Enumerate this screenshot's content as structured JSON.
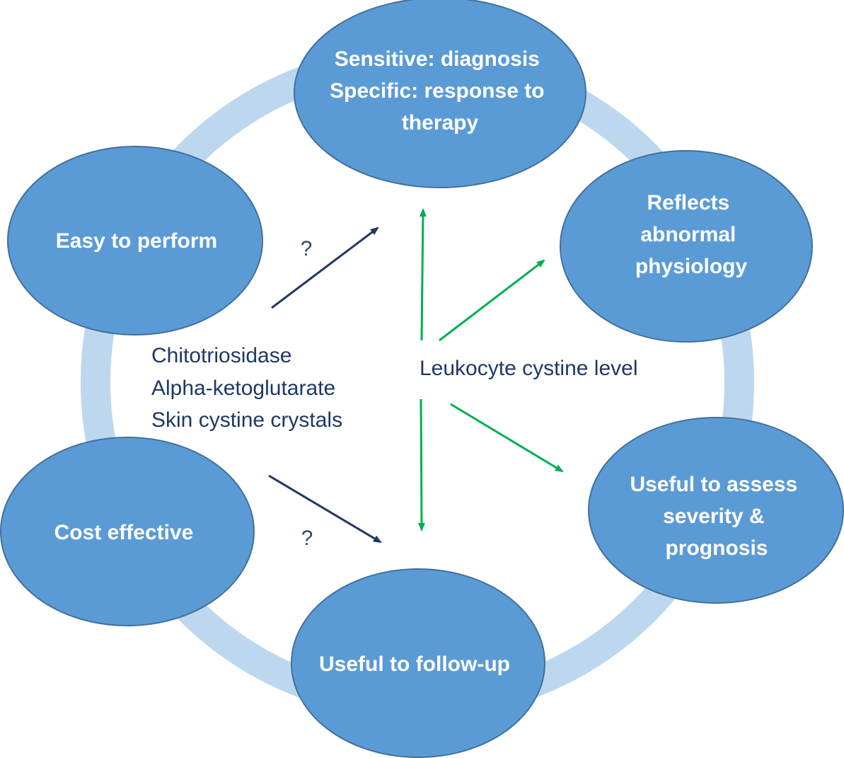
{
  "colors": {
    "ring": "#bdd7ee",
    "node_fill": "#5b9bd5",
    "node_border": "#41719c",
    "node_text": "#ffffff",
    "dark_arrow": "#1f3864",
    "green_arrow": "#00b050",
    "body_text": "#1f3864",
    "question_mark": "#2e4a6e"
  },
  "nodes": {
    "top": {
      "lines": [
        "Sensitive: diagnosis",
        "Specific: response to",
        "therapy"
      ]
    },
    "upper_right": {
      "lines": [
        "Reflects",
        "abnormal",
        "physiology"
      ]
    },
    "lower_right": {
      "lines": [
        "Useful to assess",
        "severity &",
        "prognosis"
      ]
    },
    "bottom": {
      "lines": [
        "Useful to follow-up"
      ]
    },
    "lower_left": {
      "lines": [
        "Cost effective"
      ]
    },
    "upper_left": {
      "lines": [
        "Easy to perform"
      ]
    }
  },
  "left_group": {
    "lines": [
      "Chitotriosidase",
      "Alpha-ketoglutarate",
      "Skin cystine crystals"
    ]
  },
  "right_group": {
    "label": "Leukocyte cystine level"
  },
  "markers": {
    "upper_question": "?",
    "lower_question": "?"
  },
  "arrows": {
    "dark": [
      {
        "from": "left_group",
        "to": "top"
      },
      {
        "from": "left_group",
        "to": "bottom"
      }
    ],
    "green": [
      {
        "from": "right_group",
        "to": "top"
      },
      {
        "from": "right_group",
        "to": "upper_right"
      },
      {
        "from": "right_group",
        "to": "lower_right"
      },
      {
        "from": "right_group",
        "to": "bottom"
      }
    ]
  }
}
